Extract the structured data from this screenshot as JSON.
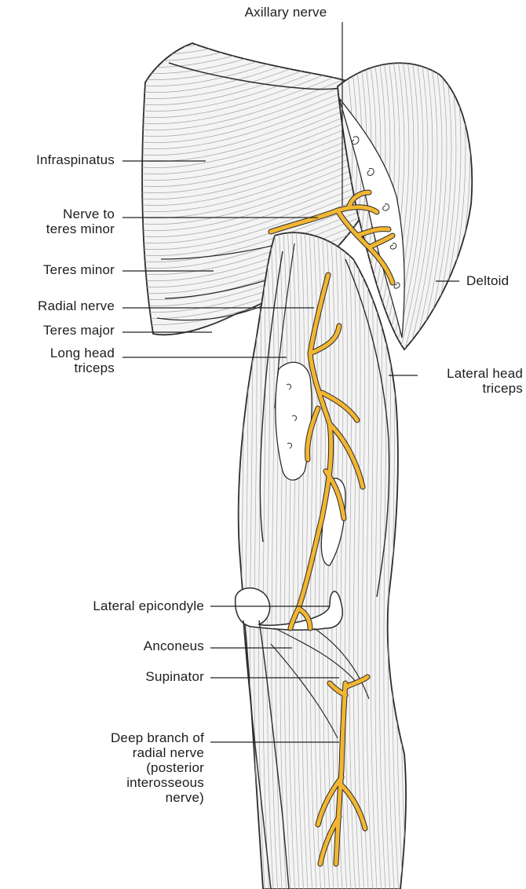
{
  "labels": {
    "axillary_nerve": "Axillary nerve",
    "infraspinatus": "Infraspinatus",
    "nerve_to_teres_minor": "Nerve to\nteres minor",
    "teres_minor": "Teres minor",
    "radial_nerve": "Radial nerve",
    "teres_major": "Teres major",
    "long_head_triceps": "Long head\ntriceps",
    "deltoid": "Deltoid",
    "lateral_head_triceps": "Lateral head\ntriceps",
    "lateral_epicondyle": "Lateral epicondyle",
    "anconeus": "Anconeus",
    "supinator": "Supinator",
    "deep_branch": "Deep branch of\nradial nerve\n(posterior\ninterosseous\nnerve)"
  },
  "colors": {
    "nerve": "#f2b632",
    "outline": "#2b2b2b",
    "fiber": "#9a9a9a",
    "muscle_fill": "#f4f4f4",
    "bone_fill": "#ffffff",
    "leader": "#222222"
  }
}
